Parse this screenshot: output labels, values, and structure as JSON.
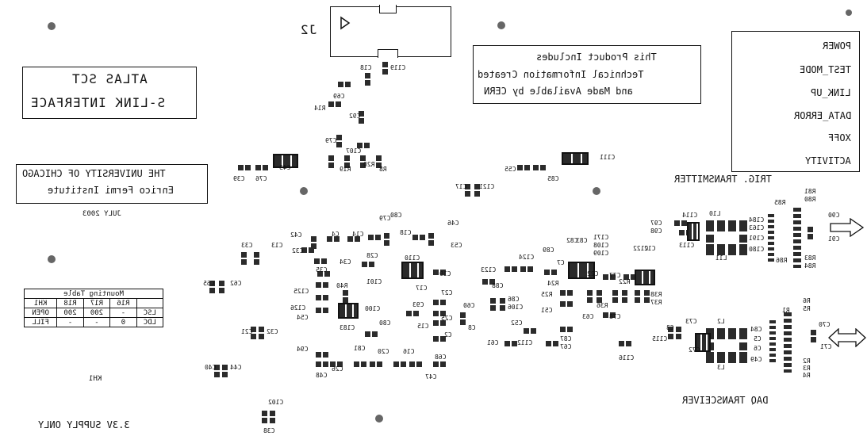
{
  "connector": {
    "label": "J2"
  },
  "title_box": {
    "line1": "ATLAS SCT",
    "line2": "S-LINK INTERFACE"
  },
  "university_box": {
    "line1": "THE UNIVERSITY OF CHICAGO",
    "line2": "Enrico Fermi Institute"
  },
  "date": "JULY 2003",
  "notice_box": {
    "line1": "This Product Includes",
    "line2": "Technical Information Created",
    "line3": "and Made Available by CERN"
  },
  "status_leds": [
    "POWER",
    "TEST_MODE",
    "LINK_UP",
    "DATA_ERROR",
    "XOFF",
    "ACTIVITY"
  ],
  "section_labels": {
    "trig": "TRIG. TRANSMITTER",
    "daq": "DAQ TRANSCEIVER",
    "supply": "3.3V SUPPLY ONLY",
    "kh1": "KH1"
  },
  "mounting_table": {
    "title": "Mounting Table",
    "header": [
      "",
      "R16",
      "R17",
      "R18",
      "KH1"
    ],
    "rows": [
      [
        "LSC",
        "-",
        "200",
        "200",
        "OPEN"
      ],
      [
        "LDC",
        "0",
        "-",
        "-",
        "FILL"
      ]
    ]
  },
  "refdes": {
    "c18": "C18",
    "c119": "C119",
    "c69": "C69",
    "r14": "R14",
    "c92": "C92",
    "c79": "C79",
    "c107": "C107",
    "r19": "R19",
    "r20": "R20",
    "r8": "R8",
    "c43": "C43",
    "c76": "C76",
    "c39": "C39",
    "c111": "C111",
    "c55": "C55",
    "c85": "C85",
    "c17": "C17",
    "c121": "C121",
    "c46": "C46",
    "c42": "C42",
    "c14": "C14",
    "c4": "C4",
    "c18b": "C18",
    "c79b": "C79",
    "c80": "C80",
    "c53": "C53",
    "c32": "C32",
    "c33": "C33",
    "c13": "C13",
    "c28": "C28",
    "c34": "C34",
    "c35": "C35",
    "c110": "C110",
    "c19": "C19",
    "c101": "C101",
    "r40": "R40",
    "c125": "C125",
    "c126": "C126",
    "c54": "C54",
    "c100": "C100",
    "c17b": "C17",
    "c93": "C93",
    "c27": "C27",
    "c60": "C60",
    "c8": "C8",
    "c25": "C25",
    "c5": "C5",
    "c15": "C15",
    "c80b": "C80",
    "c183": "C183",
    "c81": "C81",
    "c2": "C2",
    "c94": "C94",
    "c26": "C26",
    "c48": "C48",
    "c20": "C20",
    "c16": "C16",
    "c68": "C68",
    "c47": "C47",
    "c65": "C65",
    "c62": "C62",
    "c21": "C21",
    "c32b": "C32",
    "c40": "C40",
    "c44": "C44",
    "c102": "C102",
    "c38": "C38",
    "c124": "C124",
    "c123": "C123",
    "c88": "C88",
    "c89": "C89",
    "c82": "C82",
    "c83": "C83",
    "c7": "C7",
    "c171": "C171",
    "c108": "C108",
    "c109": "C109",
    "c122": "C122",
    "c12": "C12",
    "c77": "C77",
    "c22": "C22",
    "r24": "R24",
    "r25": "R25",
    "r22": "R22",
    "r36": "R36",
    "c51": "C51",
    "c86": "C86",
    "c106": "C106",
    "c63": "C63",
    "c78": "C78",
    "c52": "C52",
    "c61": "C61",
    "c112": "C112",
    "c87": "C87",
    "c67": "C67",
    "c3": "C3",
    "r38": "R38",
    "r37": "R37",
    "c73": "C73",
    "c115": "C115",
    "c72": "C72",
    "c116": "C116",
    "l10": "L10",
    "l11": "L11",
    "c114": "C114",
    "c97": "C97",
    "c98": "C98",
    "c113": "C113",
    "c184": "C184",
    "c163": "C163",
    "c191": "C191",
    "c180": "C180",
    "r85": "R85",
    "r86": "R86",
    "r81": "R81",
    "r80": "R80",
    "r83": "R83",
    "r84": "R84",
    "c90": "C90",
    "c91": "C91",
    "l2": "L2",
    "l3": "L3",
    "r1": "R1",
    "r6": "R6",
    "r5": "R5",
    "c84": "C84",
    "c5b": "C5",
    "c6": "C6",
    "c49": "C49",
    "r2": "R2",
    "r3": "R3",
    "r4": "R4",
    "c70": "C70",
    "c71": "C71"
  }
}
